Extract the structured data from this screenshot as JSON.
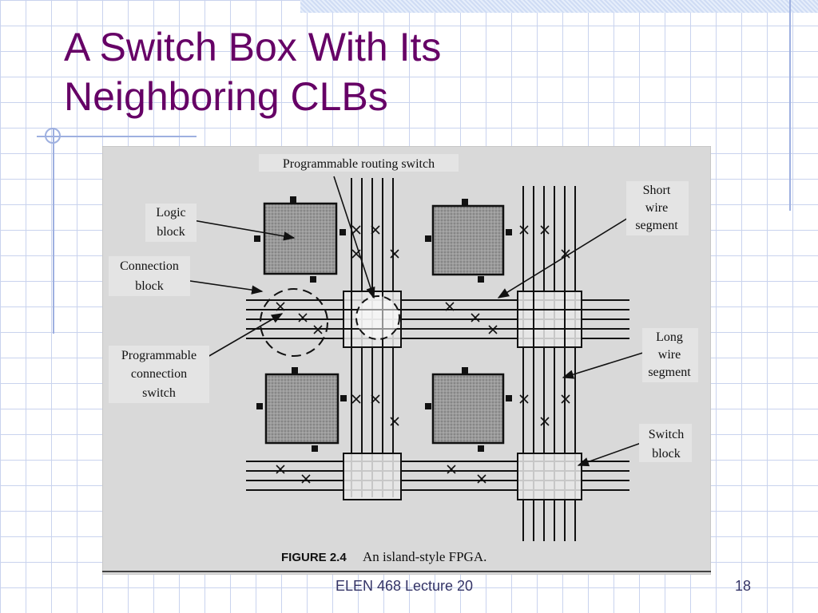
{
  "slide": {
    "title_line1": "A Switch Box With Its",
    "title_line2": "Neighboring CLBs",
    "footer": "ELEN 468 Lecture 20",
    "page_number": "18",
    "title_color": "#660066"
  },
  "figure": {
    "caption_label": "FIGURE 2.4",
    "caption_text": "An island-style FPGA.",
    "labels": {
      "routing_switch": "Programmable routing switch",
      "logic_block_1": "Logic",
      "logic_block_2": "block",
      "connection_block_1": "Connection",
      "connection_block_2": "block",
      "connection_switch_1": "Programmable",
      "connection_switch_2": "connection",
      "connection_switch_3": "switch",
      "short_wire_1": "Short",
      "short_wire_2": "wire",
      "short_wire_3": "segment",
      "long_wire_1": "Long",
      "long_wire_2": "wire",
      "long_wire_3": "segment",
      "switch_block_1": "Switch",
      "switch_block_2": "block"
    }
  }
}
